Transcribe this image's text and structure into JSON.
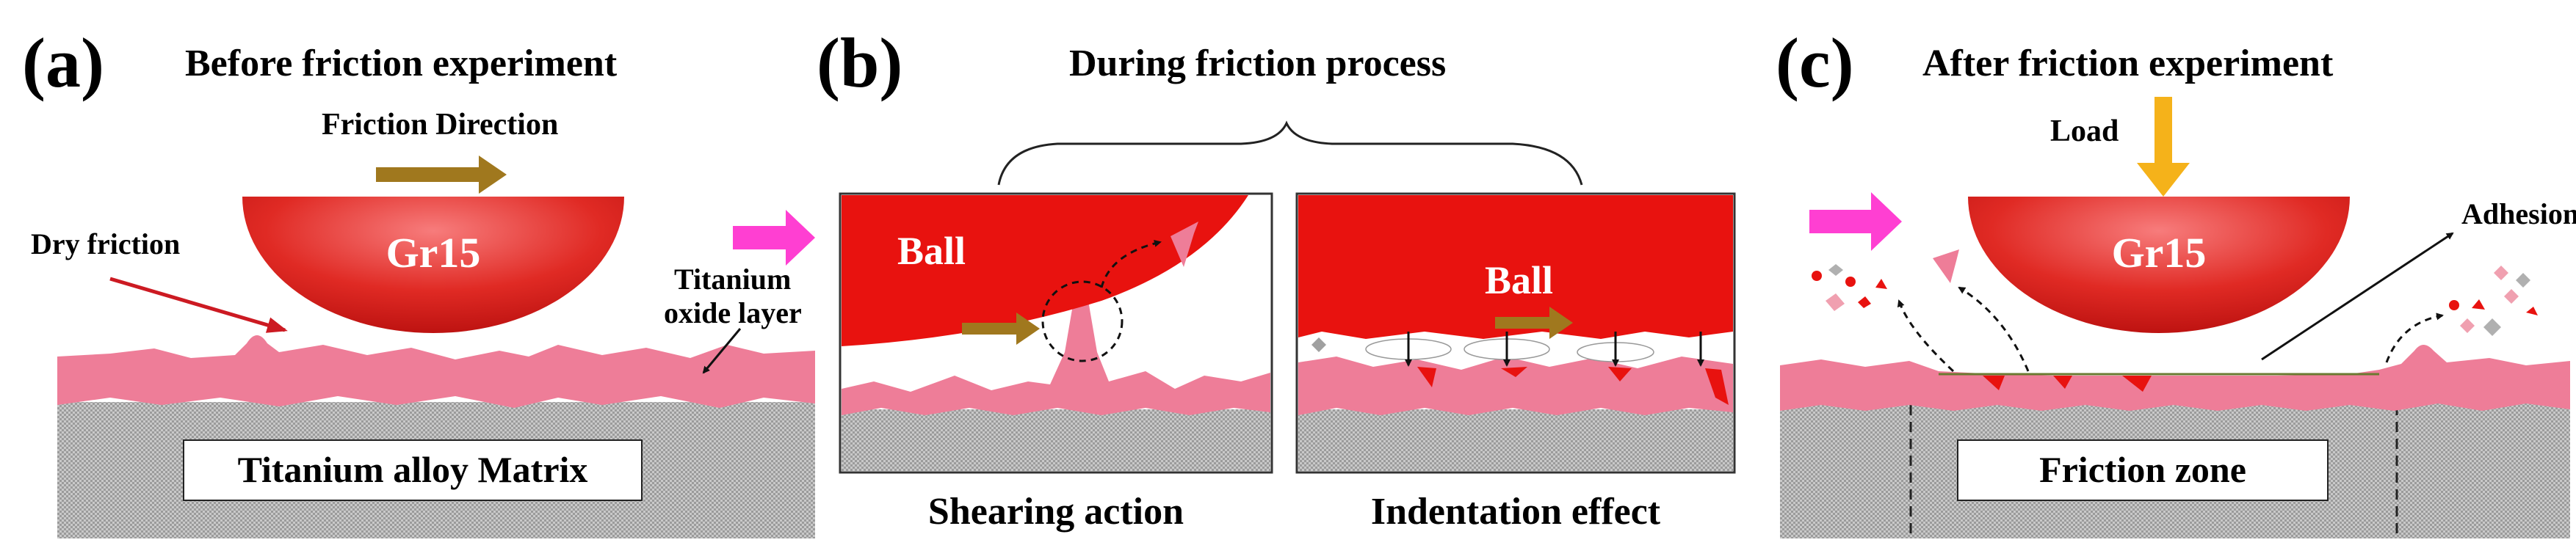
{
  "panel_a": {
    "letter": "(a)",
    "title": "Before friction experiment",
    "friction_direction": "Friction Direction",
    "dry_friction": "Dry friction",
    "ball_label": "Gr15",
    "oxide_line1": "Titanium",
    "oxide_line2": "oxide layer",
    "matrix_label": "Titanium alloy Matrix"
  },
  "panel_b": {
    "letter": "(b)",
    "title": "During friction process",
    "left_ball": "Ball",
    "right_ball": "Ball",
    "left_caption": "Shearing action",
    "right_caption": "Indentation effect"
  },
  "panel_c": {
    "letter": "(c)",
    "title": "After friction experiment",
    "load": "Load",
    "ball_label": "Gr15",
    "adhesion": "Adhesion",
    "zone_label": "Friction zone"
  },
  "colors": {
    "ball_red": "#e8120f",
    "oxide_pink": "#ee7d98",
    "arrow_gold": "#a0781e",
    "arrow_magenta": "#ff3fd2",
    "load_yellow": "#f5b21a",
    "dry_arrow_red": "#cc1a22"
  }
}
